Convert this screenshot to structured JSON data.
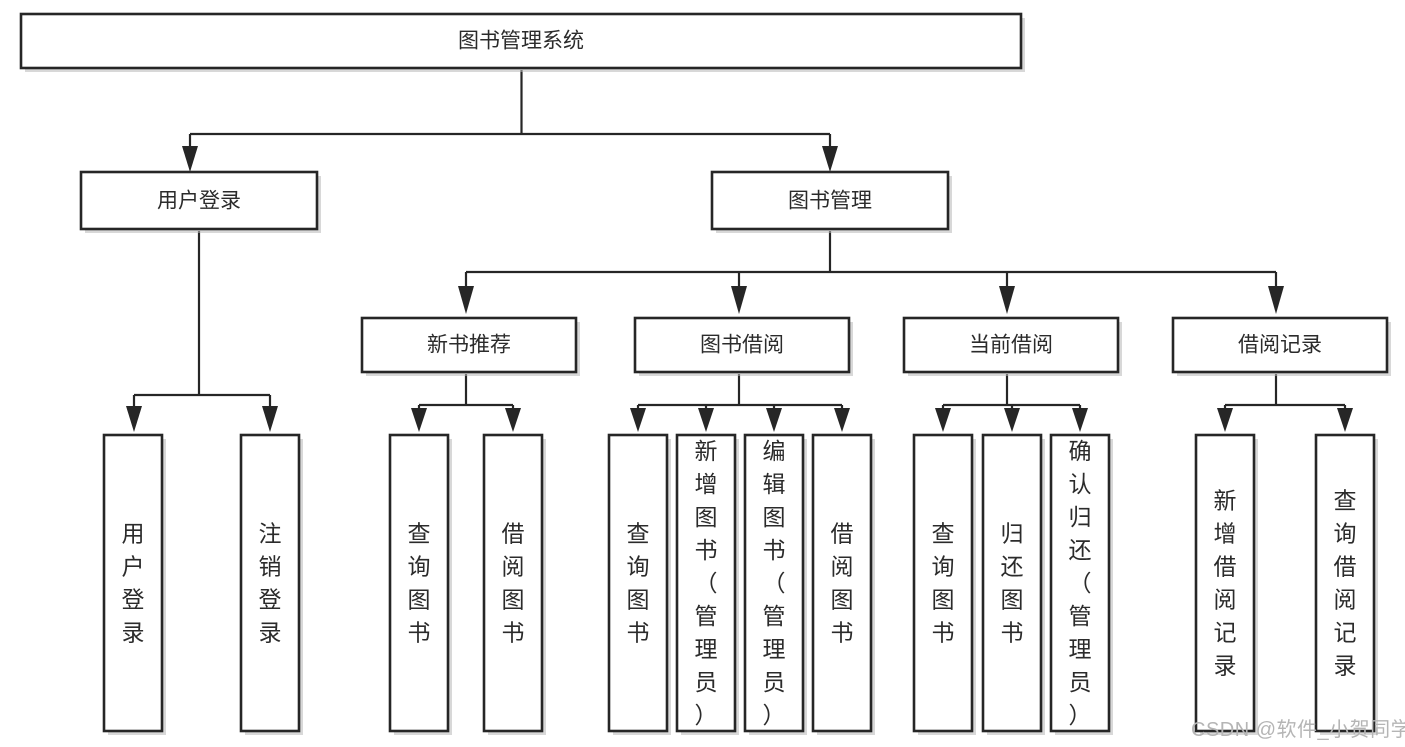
{
  "diagram": {
    "type": "tree",
    "title": "图书管理系统",
    "watermark": "CSDN @软件_小贺同学",
    "colors": {
      "background": "#ffffff",
      "stroke": "#262626",
      "box_fill": "#ffffff",
      "text": "#2b2b2b",
      "shadow": "#b8b8b8",
      "watermark": "#b5b5b5"
    },
    "nodes": {
      "root": {
        "label": "图书管理系统",
        "orientation": "horizontal"
      },
      "level1": [
        {
          "id": "user-login",
          "label": "用户登录",
          "orientation": "horizontal"
        },
        {
          "id": "book-manage",
          "label": "图书管理",
          "orientation": "horizontal"
        }
      ],
      "level2": [
        {
          "id": "new-book-recommend",
          "label": "新书推荐",
          "orientation": "horizontal"
        },
        {
          "id": "book-borrow",
          "label": "图书借阅",
          "orientation": "horizontal"
        },
        {
          "id": "current-borrow",
          "label": "当前借阅",
          "orientation": "horizontal"
        },
        {
          "id": "borrow-record",
          "label": "借阅记录",
          "orientation": "horizontal"
        }
      ],
      "leaves": [
        {
          "id": "leaf-user-login",
          "label": "用户登录",
          "parent": "user-login",
          "orientation": "vertical"
        },
        {
          "id": "leaf-logout-login",
          "label": "注销登录",
          "parent": "user-login",
          "orientation": "vertical"
        },
        {
          "id": "leaf-query-book-1",
          "label": "查询图书",
          "parent": "new-book-recommend",
          "orientation": "vertical"
        },
        {
          "id": "leaf-borrow-book-1",
          "label": "借阅图书",
          "parent": "new-book-recommend",
          "orientation": "vertical"
        },
        {
          "id": "leaf-query-book-2",
          "label": "查询图书",
          "parent": "book-borrow",
          "orientation": "vertical"
        },
        {
          "id": "leaf-add-book",
          "label": "新增图书（管理员）",
          "parent": "book-borrow",
          "orientation": "vertical"
        },
        {
          "id": "leaf-edit-book",
          "label": "编辑图书（管理员）",
          "parent": "book-borrow",
          "orientation": "vertical"
        },
        {
          "id": "leaf-borrow-book-2",
          "label": "借阅图书",
          "parent": "book-borrow",
          "orientation": "vertical"
        },
        {
          "id": "leaf-query-book-3",
          "label": "查询图书",
          "parent": "current-borrow",
          "orientation": "vertical"
        },
        {
          "id": "leaf-return-book",
          "label": "归还图书",
          "parent": "current-borrow",
          "orientation": "vertical"
        },
        {
          "id": "leaf-confirm-return",
          "label": "确认归还（管理员）",
          "parent": "current-borrow",
          "orientation": "vertical"
        },
        {
          "id": "leaf-add-record",
          "label": "新增借阅记录",
          "parent": "borrow-record",
          "orientation": "vertical"
        },
        {
          "id": "leaf-query-record",
          "label": "查询借阅记录",
          "parent": "borrow-record",
          "orientation": "vertical"
        }
      ]
    }
  }
}
